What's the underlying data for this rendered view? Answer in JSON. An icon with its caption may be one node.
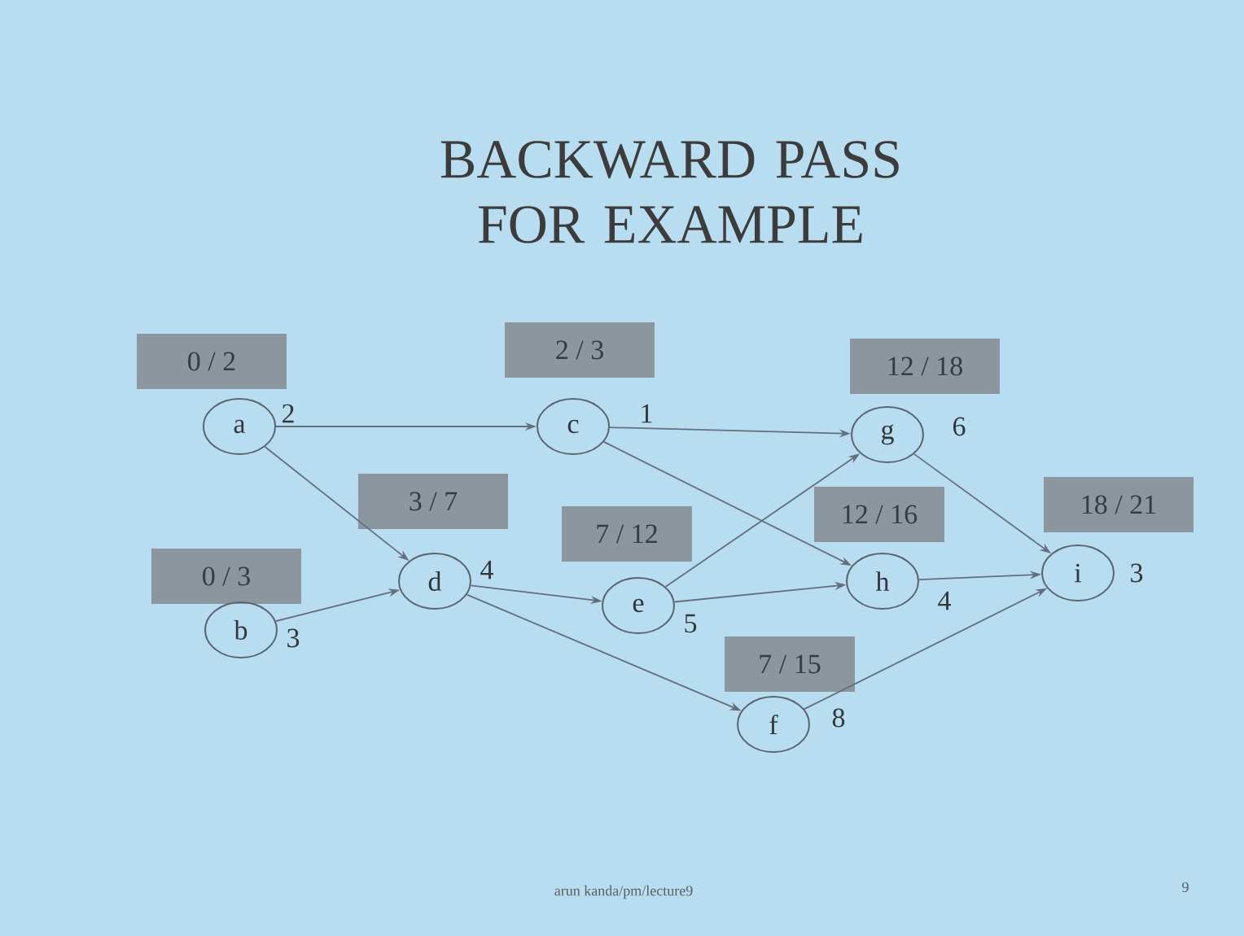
{
  "diagram": {
    "title": "BACKWARD PASS FOR EXAMPLE",
    "nodes": [
      {
        "text": [
          "a"
        ],
        "beside": [
          "2"
        ]
      },
      {
        "text": [
          "b"
        ],
        "beside": [
          "3"
        ]
      },
      {
        "text": [
          "c"
        ],
        "beside": [
          "1"
        ]
      },
      {
        "text": [
          "d"
        ],
        "beside": [
          "4"
        ]
      },
      {
        "text": [
          "e"
        ],
        "beside": [
          "5"
        ]
      },
      {
        "text": [
          "f"
        ],
        "beside": [
          "8"
        ]
      },
      {
        "text": [
          "g"
        ],
        "beside": [
          "6"
        ]
      },
      {
        "text": [
          "h"
        ],
        "beside": [
          "4"
        ]
      },
      {
        "text": [
          "i"
        ],
        "beside": [
          "3"
        ]
      },
      {
        "text": [
          "0 / 2"
        ]
      },
      {
        "text": [
          "0 / 3"
        ]
      },
      {
        "text": [
          "2 / 3"
        ]
      },
      {
        "text": [
          "3 / 7"
        ]
      },
      {
        "text": [
          "7 / 12"
        ]
      },
      {
        "text": [
          "7 / 15"
        ]
      },
      {
        "text": [
          "12 / 18"
        ]
      },
      {
        "text": [
          "12 / 16"
        ]
      },
      {
        "text": [
          "18 / 21"
        ]
      }
    ],
    "edges": [
      {
        "from": 0,
        "to": 2,
        "arrow": "to"
      },
      {
        "from": 0,
        "to": 3,
        "arrow": "to"
      },
      {
        "from": 1,
        "to": 3,
        "arrow": "to"
      },
      {
        "from": 2,
        "to": 6,
        "arrow": "to"
      },
      {
        "from": 2,
        "to": 7,
        "arrow": "to"
      },
      {
        "from": 3,
        "to": 4,
        "arrow": "to"
      },
      {
        "from": 3,
        "to": 5,
        "arrow": "to"
      },
      {
        "from": 4,
        "to": 6,
        "arrow": "to"
      },
      {
        "from": 4,
        "to": 7,
        "arrow": "to"
      },
      {
        "from": 6,
        "to": 8,
        "arrow": "to"
      },
      {
        "from": 7,
        "to": 8,
        "arrow": "to"
      },
      {
        "from": 5,
        "to": 8,
        "arrow": "to"
      }
    ],
    "labels": [
      "arun kanda/pm/lecture9",
      "9"
    ]
  }
}
